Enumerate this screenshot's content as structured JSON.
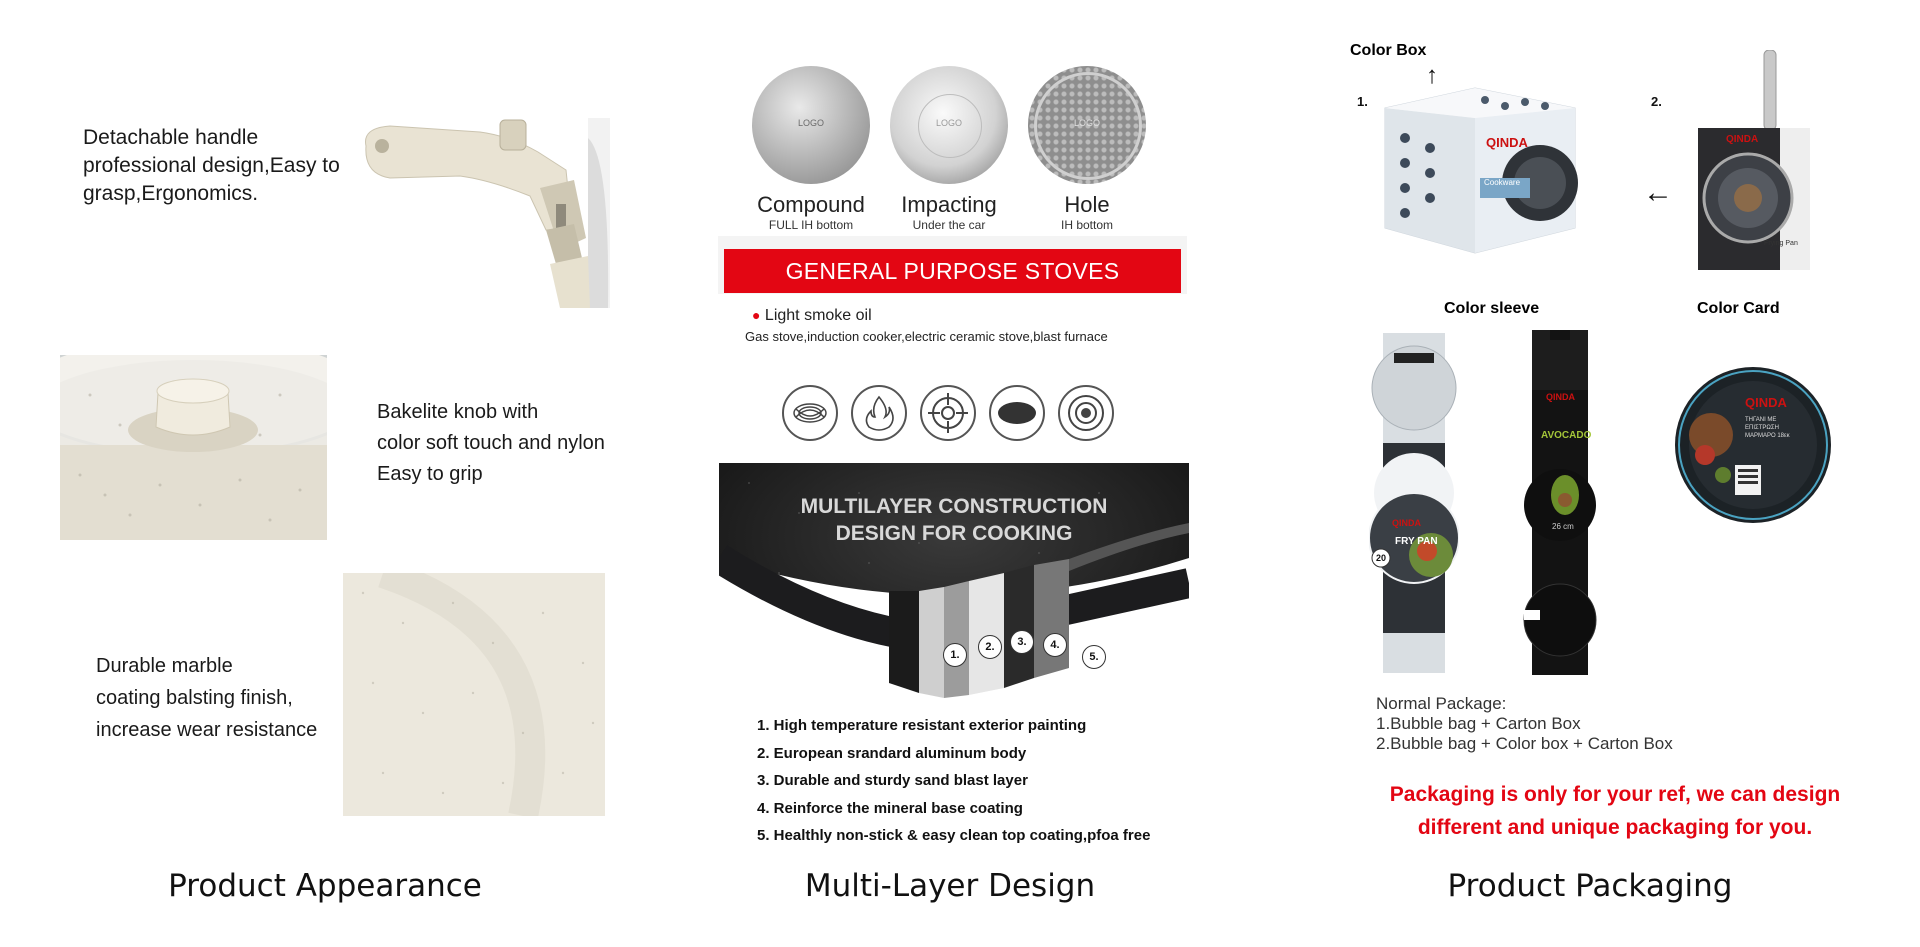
{
  "appearance": {
    "caption": "Product Appearance",
    "notes": [
      {
        "text": "Detachable handle\nprofessional design,Easy to\ngrasp,Ergonomics."
      },
      {
        "text": "Bakelite knob with\ncolor soft touch and nylon\nEasy to grip"
      },
      {
        "text": "Durable marble\ncoating balsting finish,\nincrease wear resistance"
      }
    ]
  },
  "multilayer": {
    "caption": "Multi-Layer Design",
    "bottoms": [
      {
        "label": "Compound",
        "sub": "FULL IH bottom",
        "logo": "LOGO"
      },
      {
        "label": "Impacting",
        "sub": "Under the car",
        "logo": "LOGO"
      },
      {
        "label": "Hole",
        "sub": "IH bottom",
        "logo": "LOGO"
      }
    ],
    "banner": "GENERAL PURPOSE STOVES",
    "smoke_label": "Light smoke oil",
    "stoves_text": "Gas stove,induction cooker,electric ceramic stove,blast furnace",
    "stove_icons": [
      "induction-coil-icon",
      "flame-icon",
      "gas-burner-icon",
      "ceramic-plate-icon",
      "radiant-hob-icon"
    ],
    "construction_title_1": "MULTILAYER CONSTRUCTION",
    "construction_title_2": "DESIGN FOR COOKING",
    "layer_numbers": [
      "1.",
      "2.",
      "3.",
      "4.",
      "5."
    ],
    "features": [
      "1. High temperature resistant exterior painting",
      "2. European srandard aluminum body",
      "3. Durable and sturdy sand blast layer",
      "4. Reinforce the mineral base coating",
      "5. Healthly non-stick & easy clean top coating,pfoa free"
    ]
  },
  "packaging": {
    "caption": "Product Packaging",
    "color_box": "Color Box",
    "color_sleeve": "Color sleeve",
    "color_card": "Color Card",
    "step1": "1.",
    "step2": "2.",
    "brand": "QINDA",
    "box_label": "Cookware",
    "box_product": "Frying Pan",
    "sleeve_left_label": "FRY PAN",
    "sleeve_left_size": "20",
    "sleeve_right_label": "AVOCADO",
    "sleeve_right_size": "26 cm",
    "card_text": "ΤΗΓΑΝΙ ΜΕ ΕΠΙΣΤΡΩΣΗ ΜΑΡΜΑΡΟ 18εκ",
    "normal_title": "Normal Package:",
    "normal_1": "1.Bubble bag + Carton Box",
    "normal_2": "2.Bubble bag + Color box + Carton Box",
    "red_1": "Packaging is only for your ref, we can design",
    "red_2": "different and unique packaging for you.",
    "arrow_up": "↑",
    "arrow_left": "←"
  },
  "colors": {
    "accent_red": "#e30613",
    "cream": "#ebe6d8",
    "dark_pan": "#1c1c1e"
  }
}
